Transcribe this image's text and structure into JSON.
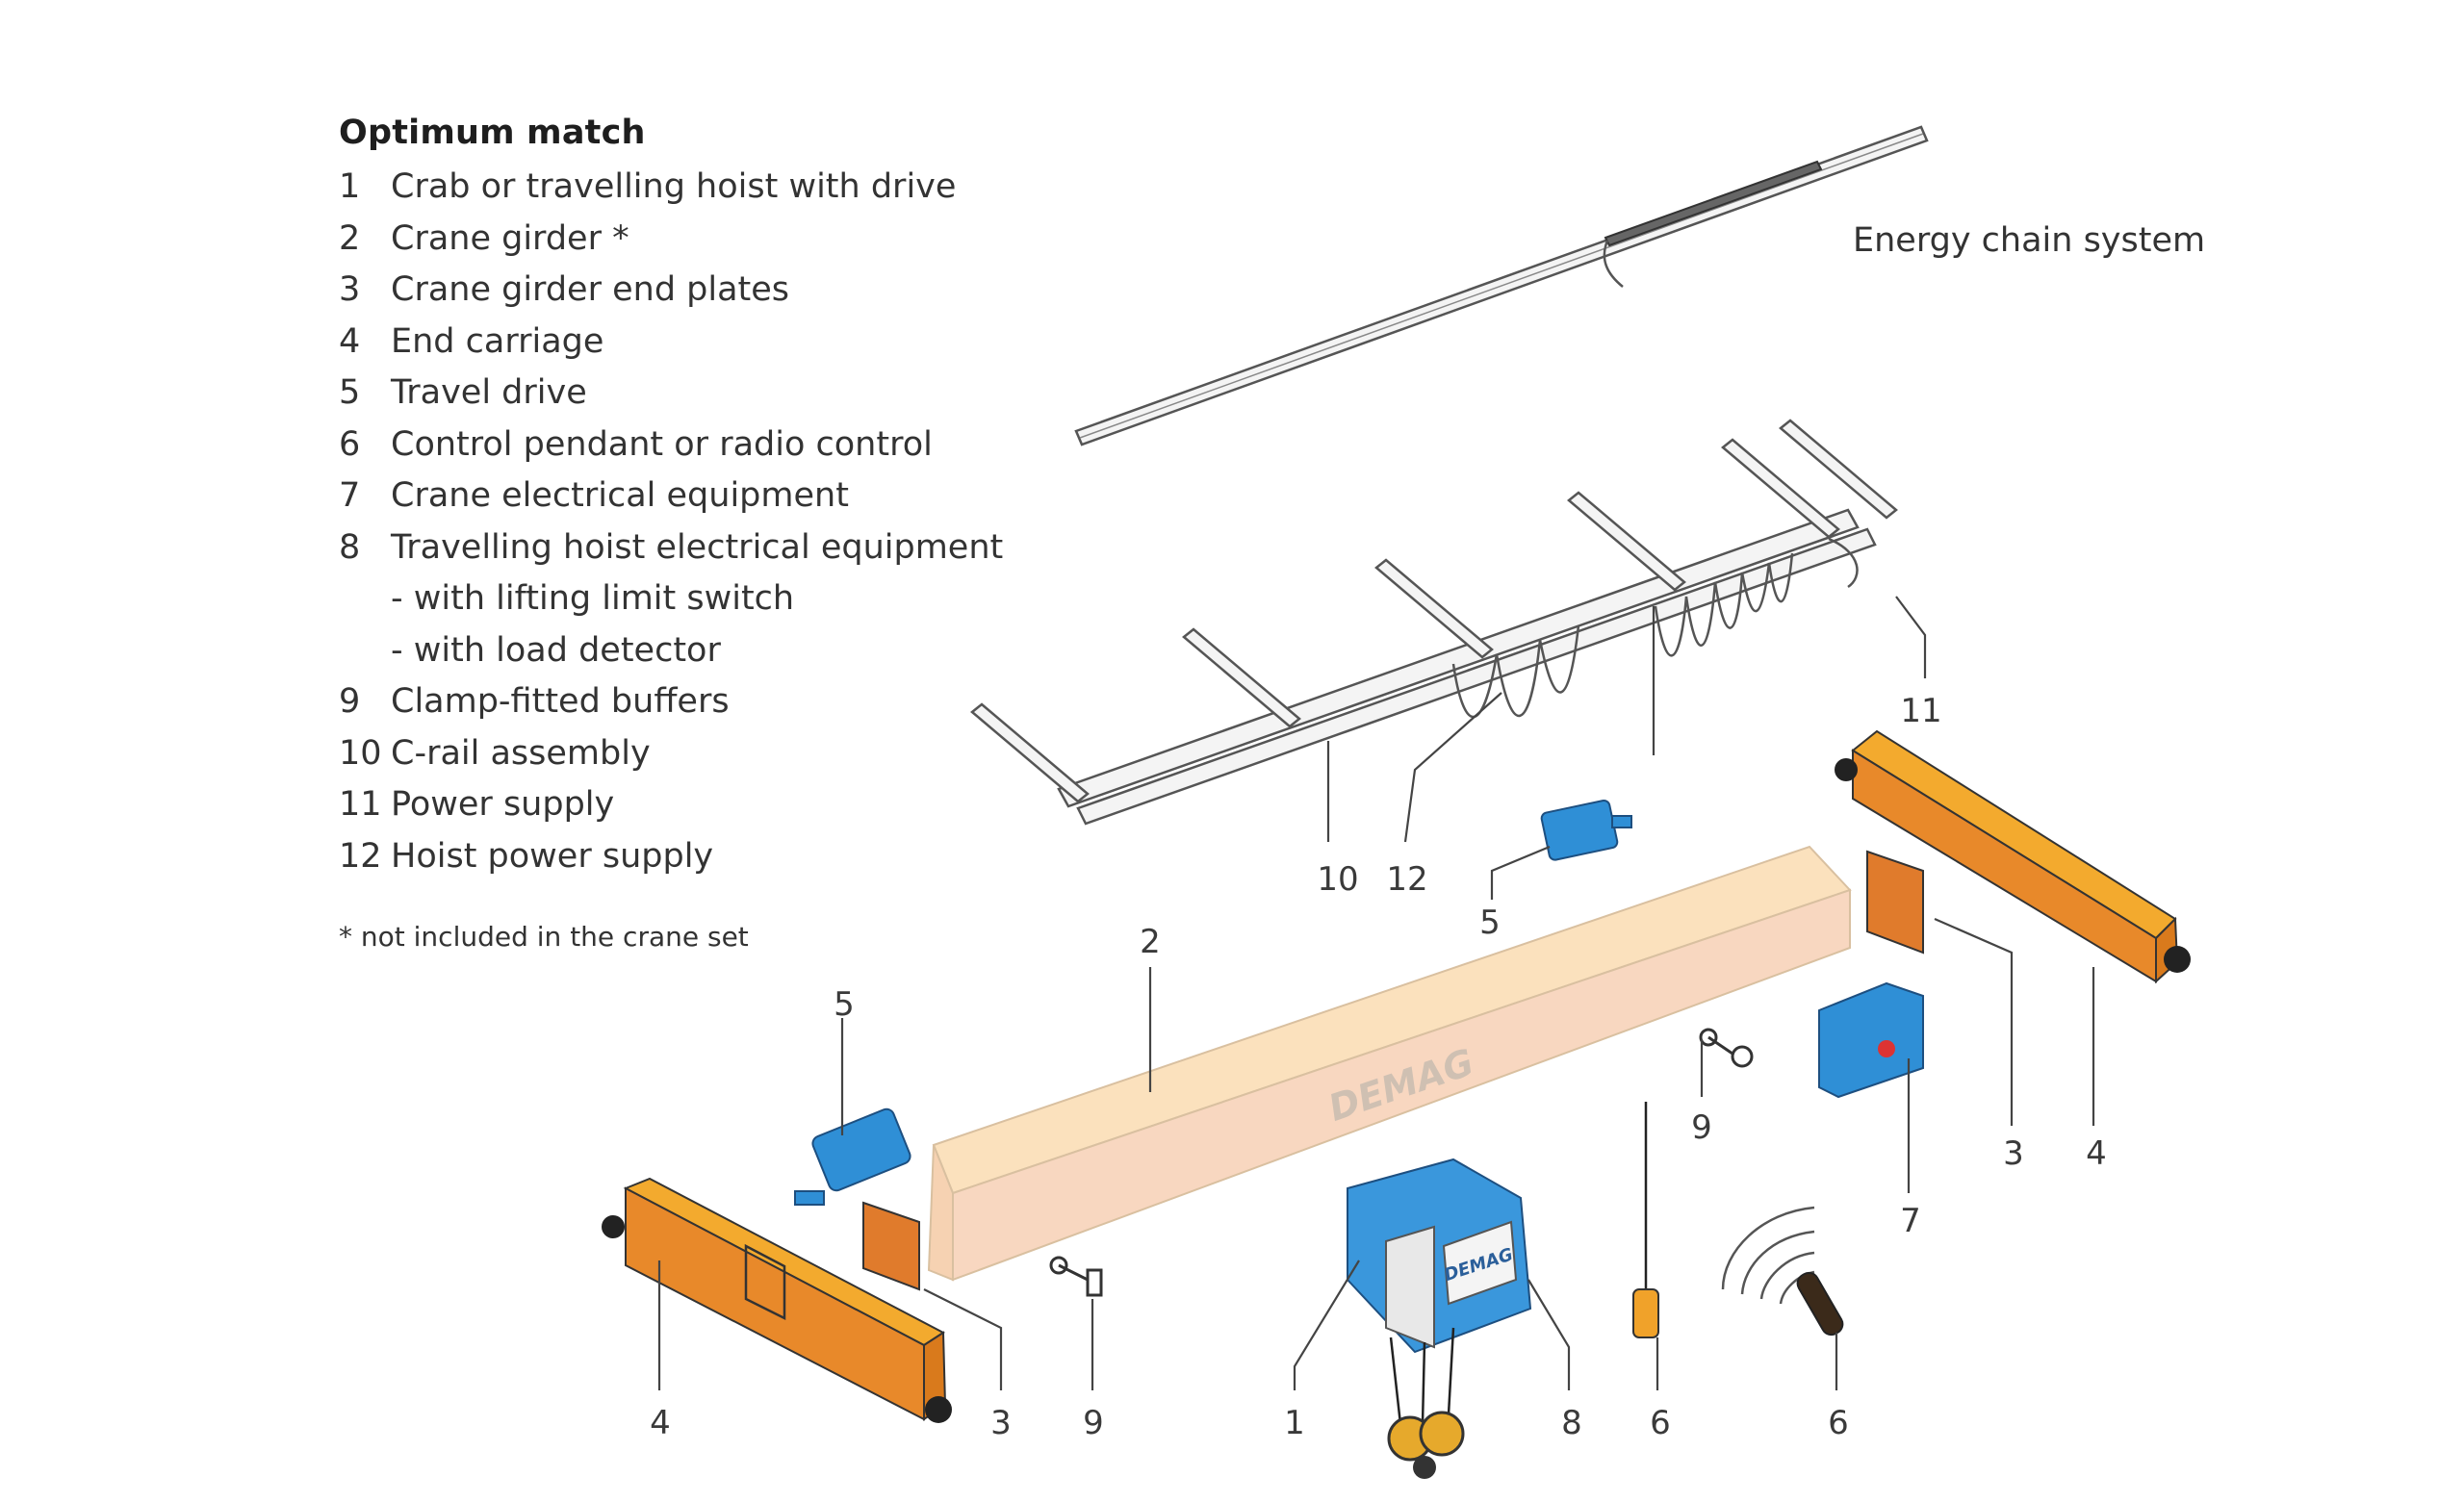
{
  "legend": {
    "title": "Optimum match",
    "items": [
      {
        "num": "1",
        "label": "Crab or travelling hoist with drive"
      },
      {
        "num": "2",
        "label": "Crane girder *"
      },
      {
        "num": "3",
        "label": "Crane girder end plates"
      },
      {
        "num": "4",
        "label": "End carriage"
      },
      {
        "num": "5",
        "label": "Travel drive"
      },
      {
        "num": "6",
        "label": "Control pendant or radio control"
      },
      {
        "num": "7",
        "label": "Crane electrical equipment"
      },
      {
        "num": "8",
        "label": "Travelling hoist electrical equipment"
      }
    ],
    "sub_items": [
      "- with lifting limit switch",
      "- with load detector"
    ],
    "items_after": [
      {
        "num": "9",
        "label": "Clamp-fitted buffers"
      },
      {
        "num": "10",
        "label": "C-rail assembly"
      },
      {
        "num": "11",
        "label": "Power supply"
      },
      {
        "num": "12",
        "label": "Hoist power supply"
      }
    ],
    "footnote": "* not included in the crane set"
  },
  "diagram": {
    "energy_chain_label": "Energy chain system",
    "girder_brand": "DEMAG",
    "hoist_brand": "DEMAG",
    "callouts": {
      "c10": "10",
      "c12": "12",
      "c11": "11",
      "c5_top": "5",
      "c2": "2",
      "c5_left": "5",
      "c3_right": "3",
      "c4_right": "4",
      "c7": "7",
      "c9_right": "9",
      "c4_left": "4",
      "c3_left": "3",
      "c9_left": "9",
      "c1": "1",
      "c8": "8",
      "c6_pendant": "6",
      "c6_radio": "6"
    },
    "colors": {
      "end_carriage_side": "#e8892a",
      "end_carriage_top": "#f3aa2e",
      "girder_top": "#fbe1bd",
      "girder_side": "#f8d7c0",
      "drive_blue": "#2f8fd6",
      "hoist_blue": "#3a97dc",
      "rail_grey": "#f4f4f4"
    }
  }
}
